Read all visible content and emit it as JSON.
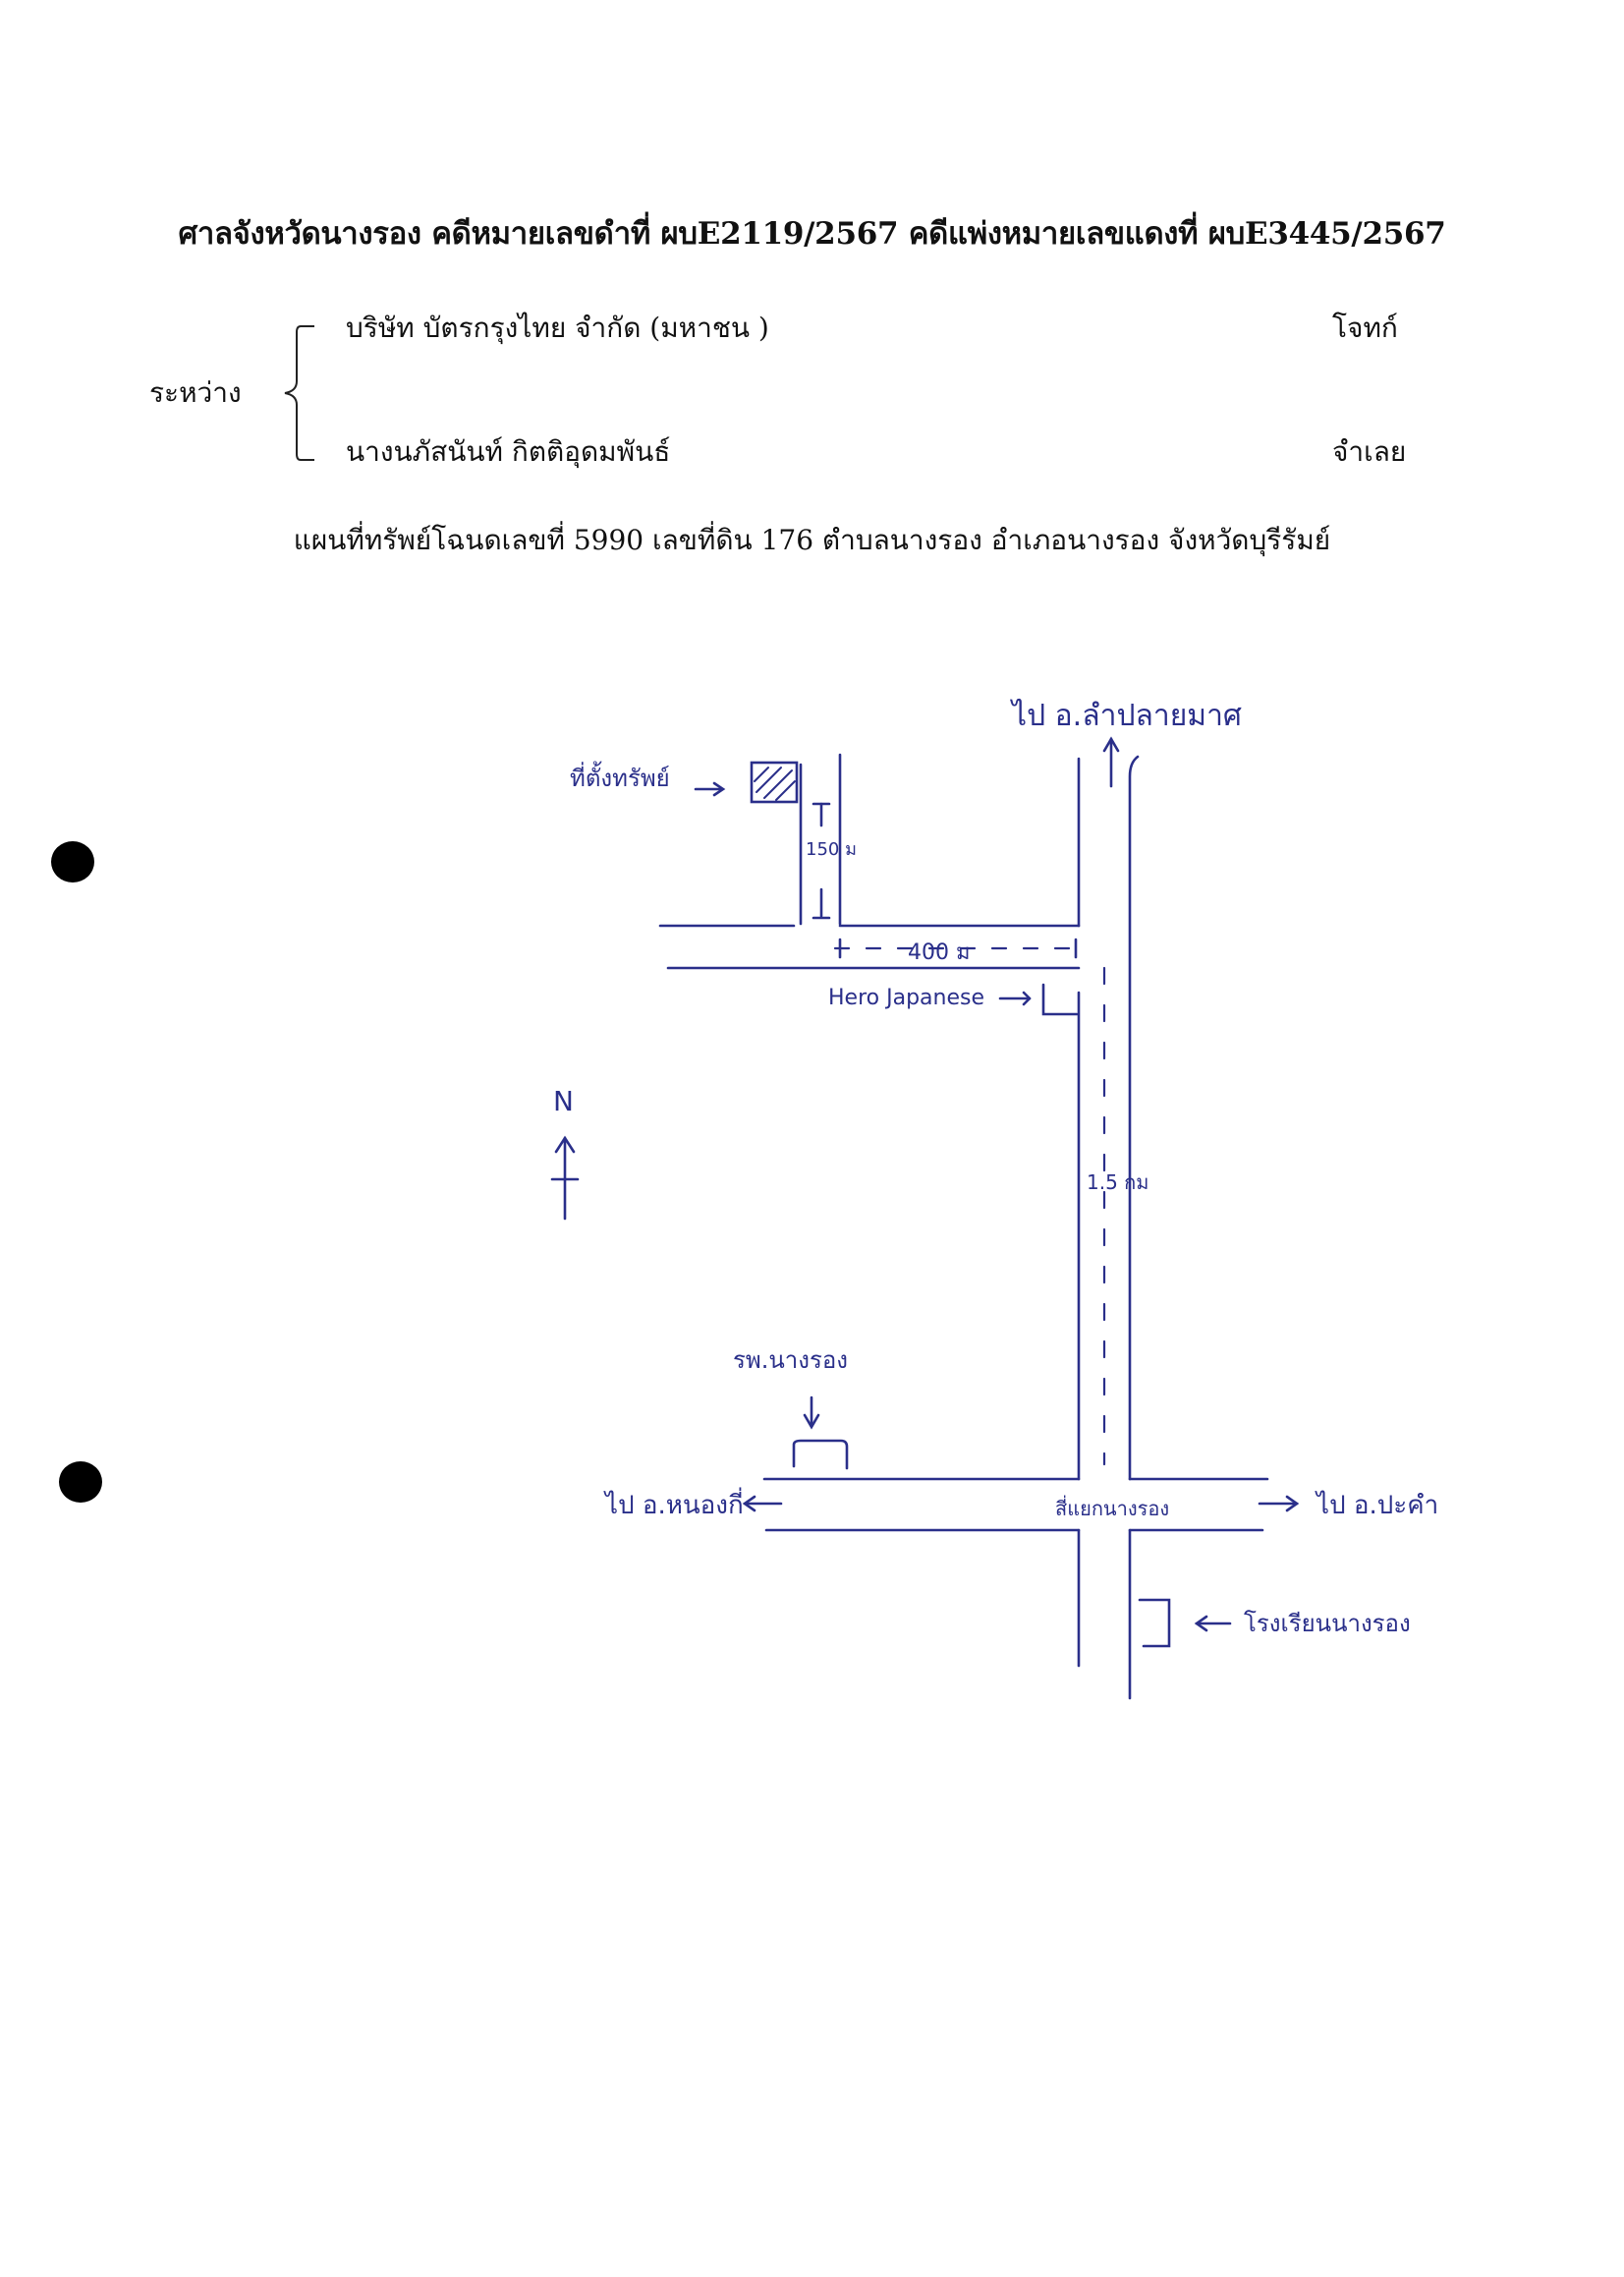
{
  "header": {
    "title": "ศาลจังหวัดนางรอง คดีหมายเลขดำที่ ผบE2119/2567 คดีแพ่งหมายเลขแดงที่ ผบE3445/2567"
  },
  "parties": {
    "between_label": "ระหว่าง",
    "plaintiff": {
      "name": "บริษัท บัตรกรุงไทย จำกัด (มหาชน )",
      "role": "โจทก์"
    },
    "defendant": {
      "name": "นางนภัสนันท์ กิตติอุดมพันธ์",
      "role": "จำเลย"
    }
  },
  "map_title": "แผนที่ทรัพย์โฉนดเลขที่ 5990 เลขที่ดิน 176 ตำบลนางรอง อำเภอนางรอง จังหวัดบุรีรัมย์",
  "sketch": {
    "ink_color": "#2a2f8a",
    "to_north": "ไป อ.ลำปลายมาศ",
    "property": "ที่ตั้งทรัพย์",
    "short_dist": "150 ม",
    "mid_dist": "400 ม",
    "landmark_shop": "Hero Japanese",
    "north_label": "N",
    "main_dist": "1.5 กม",
    "hospital": "รพ.นางรอง",
    "to_west": "ไป อ.หนองกี่",
    "intersection": "สี่แยกนางรอง",
    "to_east": "ไป อ.ปะคำ",
    "school": "โรงเรียนนางรอง"
  }
}
